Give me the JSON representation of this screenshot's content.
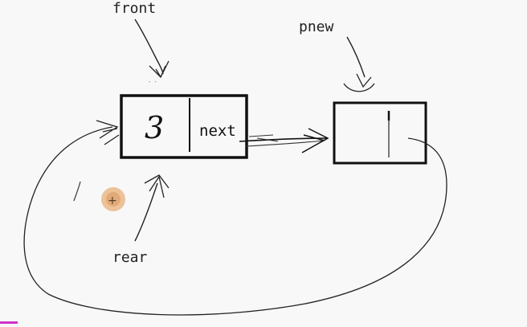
{
  "diagram": {
    "labels": {
      "front": "front",
      "rear": "rear",
      "pnew": "pnew"
    },
    "node_front": {
      "data_value": "3",
      "next_label": "next"
    },
    "node_pnew": {
      "data_value": "",
      "next_value": ""
    }
  },
  "colors": {
    "ink": "#111111",
    "background": "#f8f8f8",
    "cursor_marker": "#e8b07a",
    "edge_mark": "#cc33cc"
  }
}
